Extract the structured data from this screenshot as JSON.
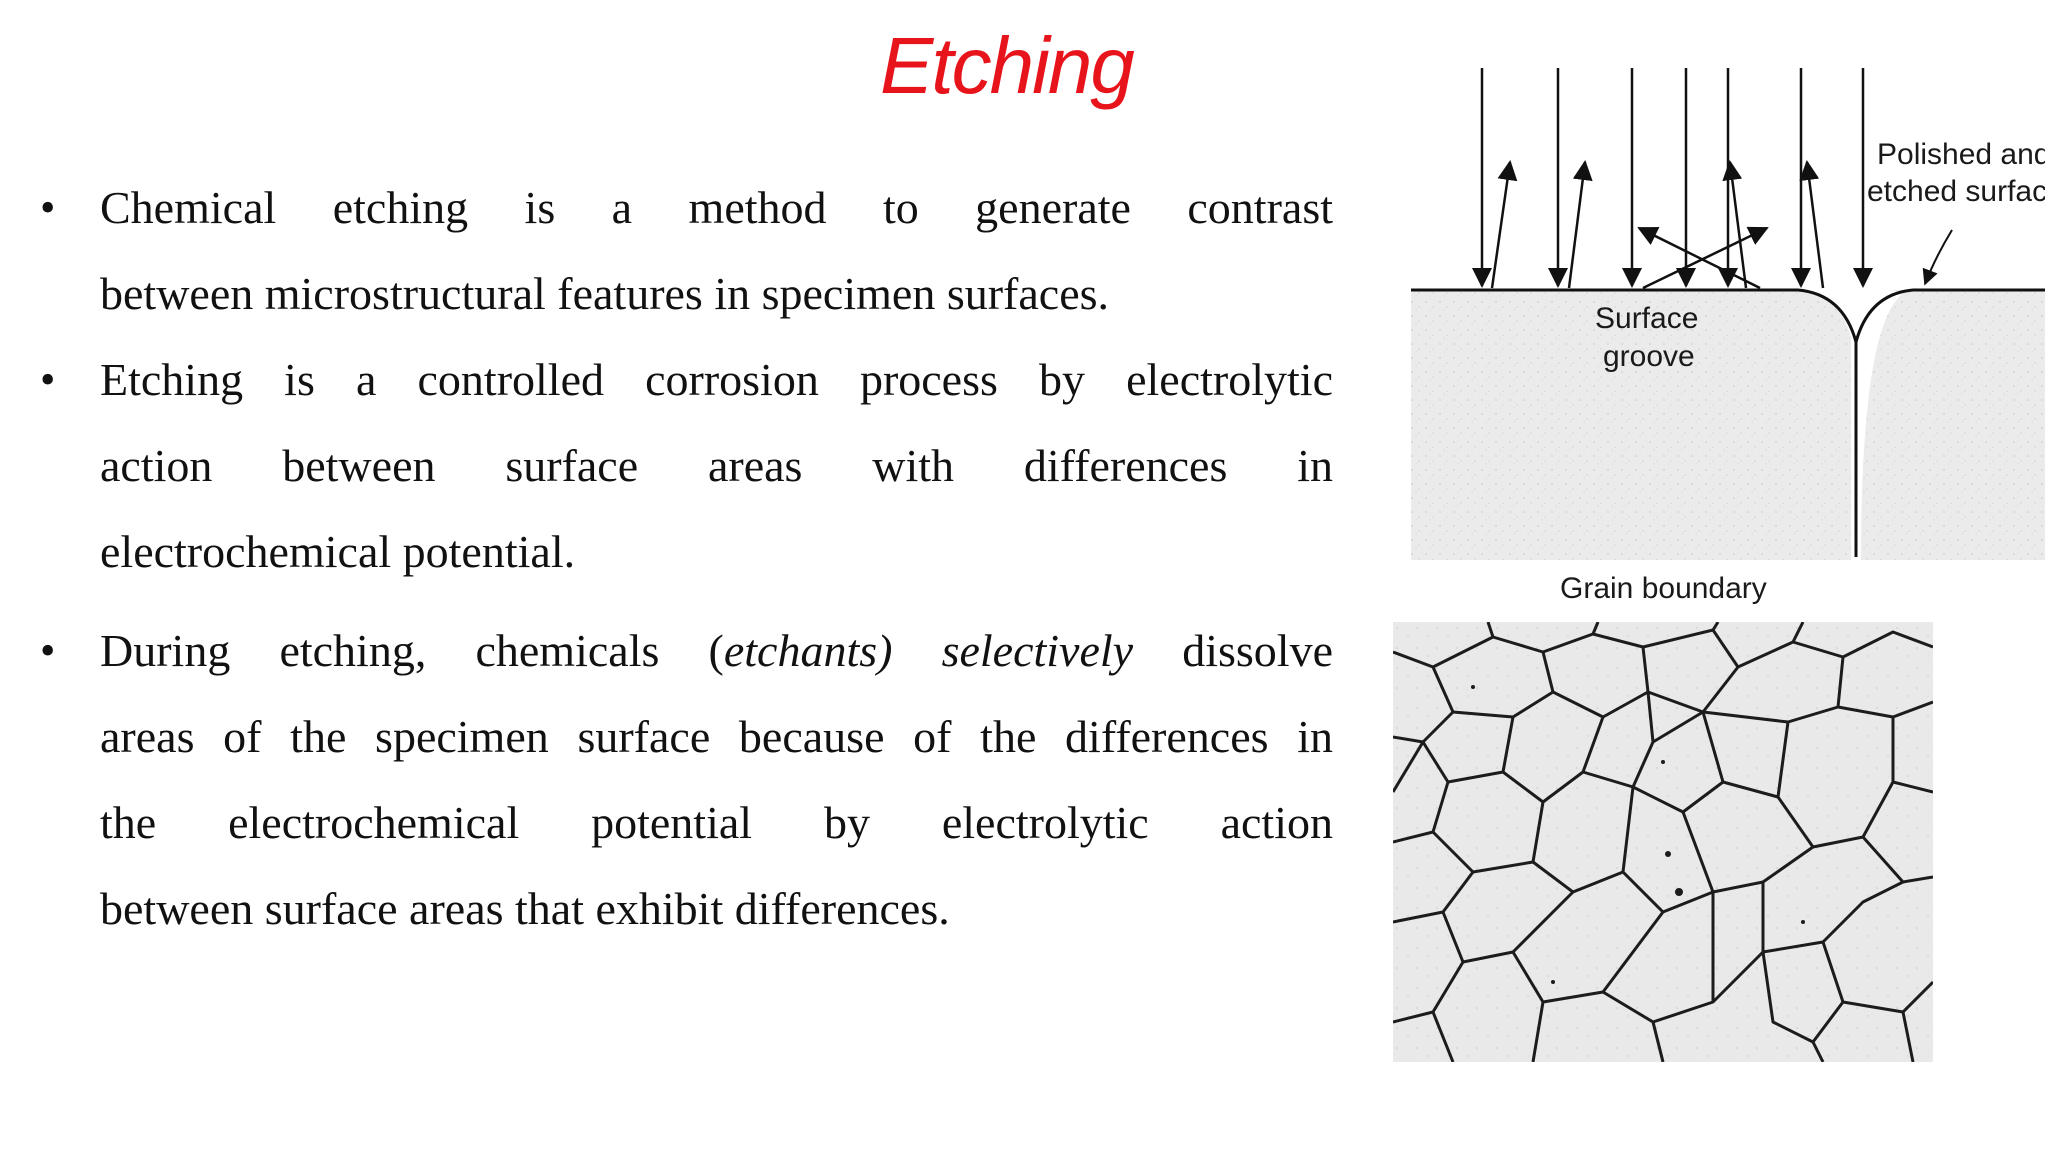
{
  "slide": {
    "title": "Etching",
    "bullets": [
      {
        "lines": [
          "Chemical etching is a method to  generate contrast",
          "between  microstructural features in  specimen surfaces."
        ]
      },
      {
        "lines": [
          "Etching is a controlled corrosion process by electrolytic",
          "action between surface areas with differences in",
          "electrochemical  potential."
        ]
      },
      {
        "lines": [
          "areas of the specimen surface because of the differences in",
          "the electrochemical potential by electrolytic action",
          "between surface areas that exhibit  differences."
        ],
        "first_line": {
          "before": "During etching, chemicals (",
          "italic": "etchants) selectively",
          "after": " dissolve"
        }
      }
    ],
    "bullet_symbol": "•"
  },
  "figure_top": {
    "label_polished_1": "Polished and",
    "label_polished_2": "etched surface",
    "label_groove_1": "Surface",
    "label_groove_2": "groove",
    "label_grain": "Grain boundary"
  },
  "colors": {
    "title": "#e8141b",
    "text": "#111111",
    "grain_fill": "#ececec"
  }
}
